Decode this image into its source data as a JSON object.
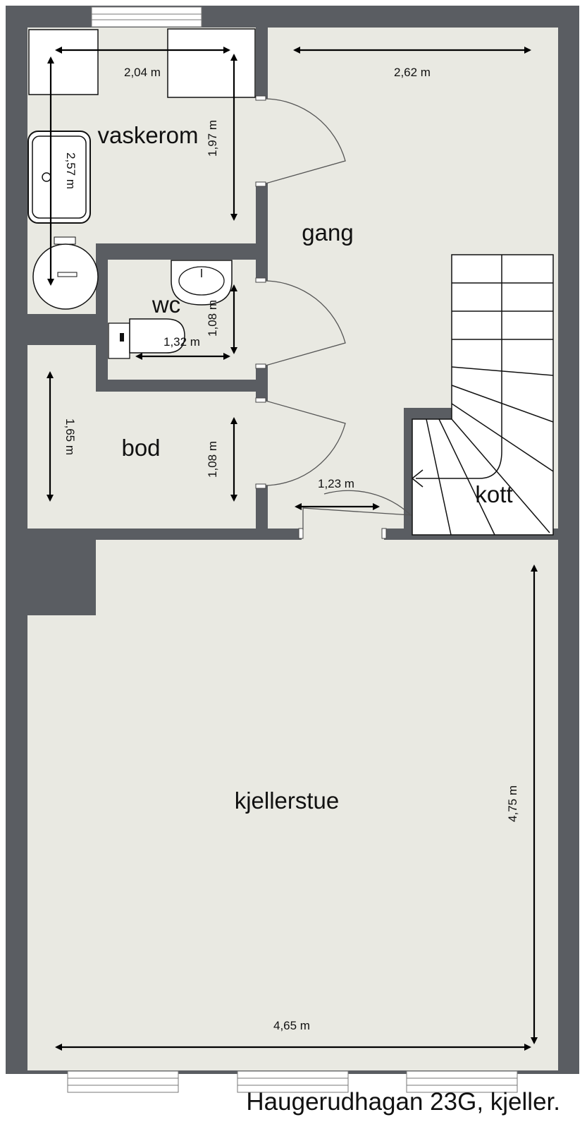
{
  "caption": "Haugerudhagan 23G, kjeller.",
  "rooms": {
    "vaskerom": "vaskerom",
    "gang": "gang",
    "wc": "wc",
    "bod": "bod",
    "kott": "kott",
    "kjellerstue": "kjellerstue"
  },
  "dimensions": {
    "vaskerom_width": "2,04 m",
    "vaskerom_depth": "2,57 m",
    "vaskerom_inner": "1,97 m",
    "gang_width": "2,62 m",
    "wc_width": "1,32 m",
    "wc_depth": "1,08 m",
    "bod_depth": "1,65 m",
    "bod_inner": "1,08 m",
    "kott_width": "1,23 m",
    "kjellerstue_depth": "4,75 m",
    "kjellerstue_width": "4,65 m"
  },
  "colors": {
    "wall": "#5a5d62",
    "floor": "#e9e9e2",
    "line": "#000000"
  }
}
